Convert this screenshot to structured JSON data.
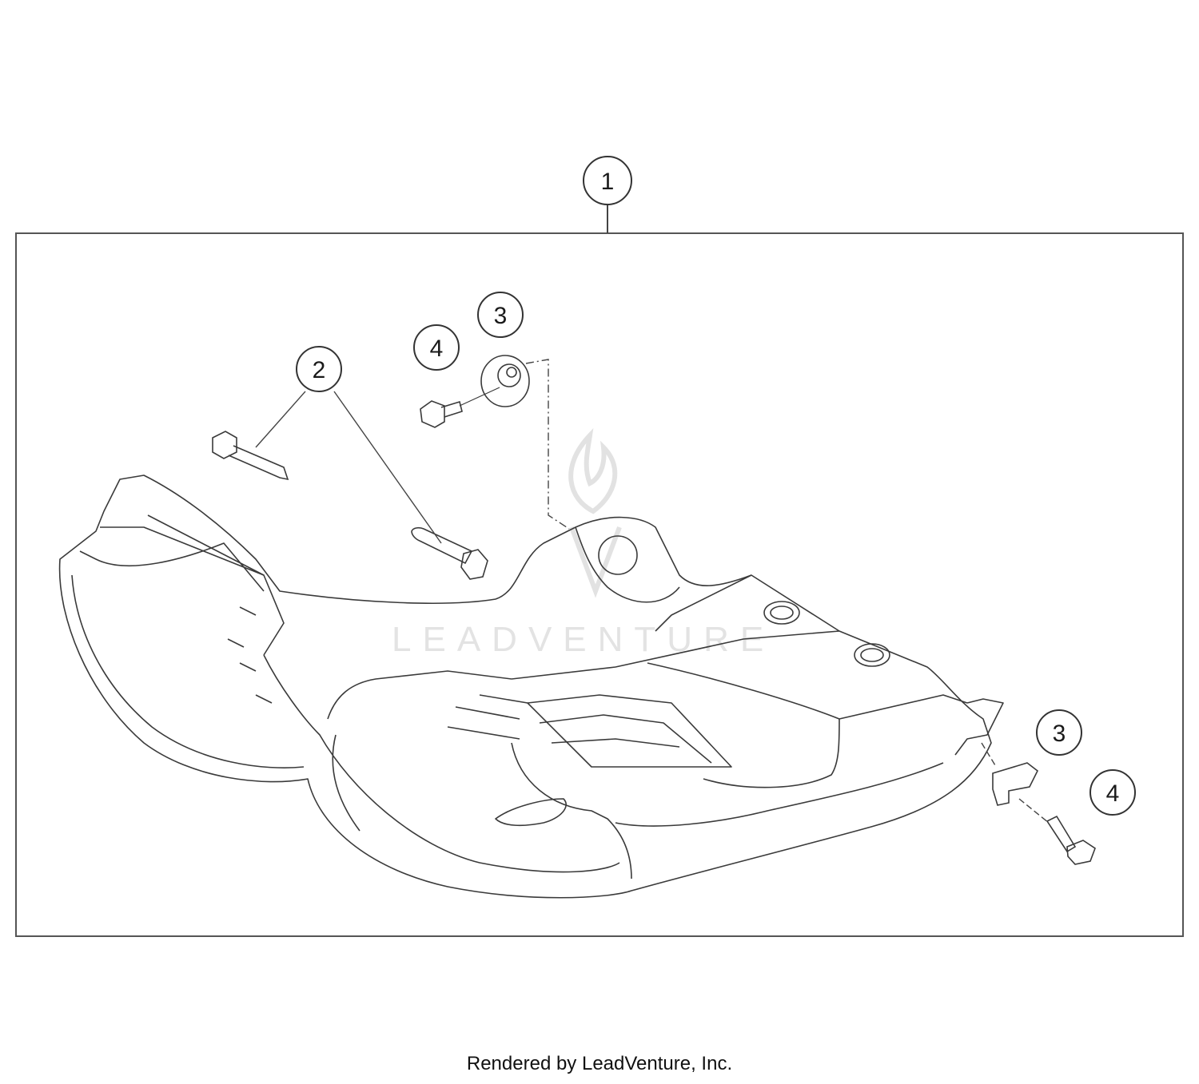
{
  "callouts": [
    {
      "id": "c1",
      "label": "1"
    },
    {
      "id": "c2",
      "label": "2"
    },
    {
      "id": "c3a",
      "label": "3"
    },
    {
      "id": "c4a",
      "label": "4"
    },
    {
      "id": "c3b",
      "label": "3"
    },
    {
      "id": "c4b",
      "label": "4"
    }
  ],
  "watermark": "LEADVENTURE",
  "footer": "Rendered by LeadVenture, Inc."
}
